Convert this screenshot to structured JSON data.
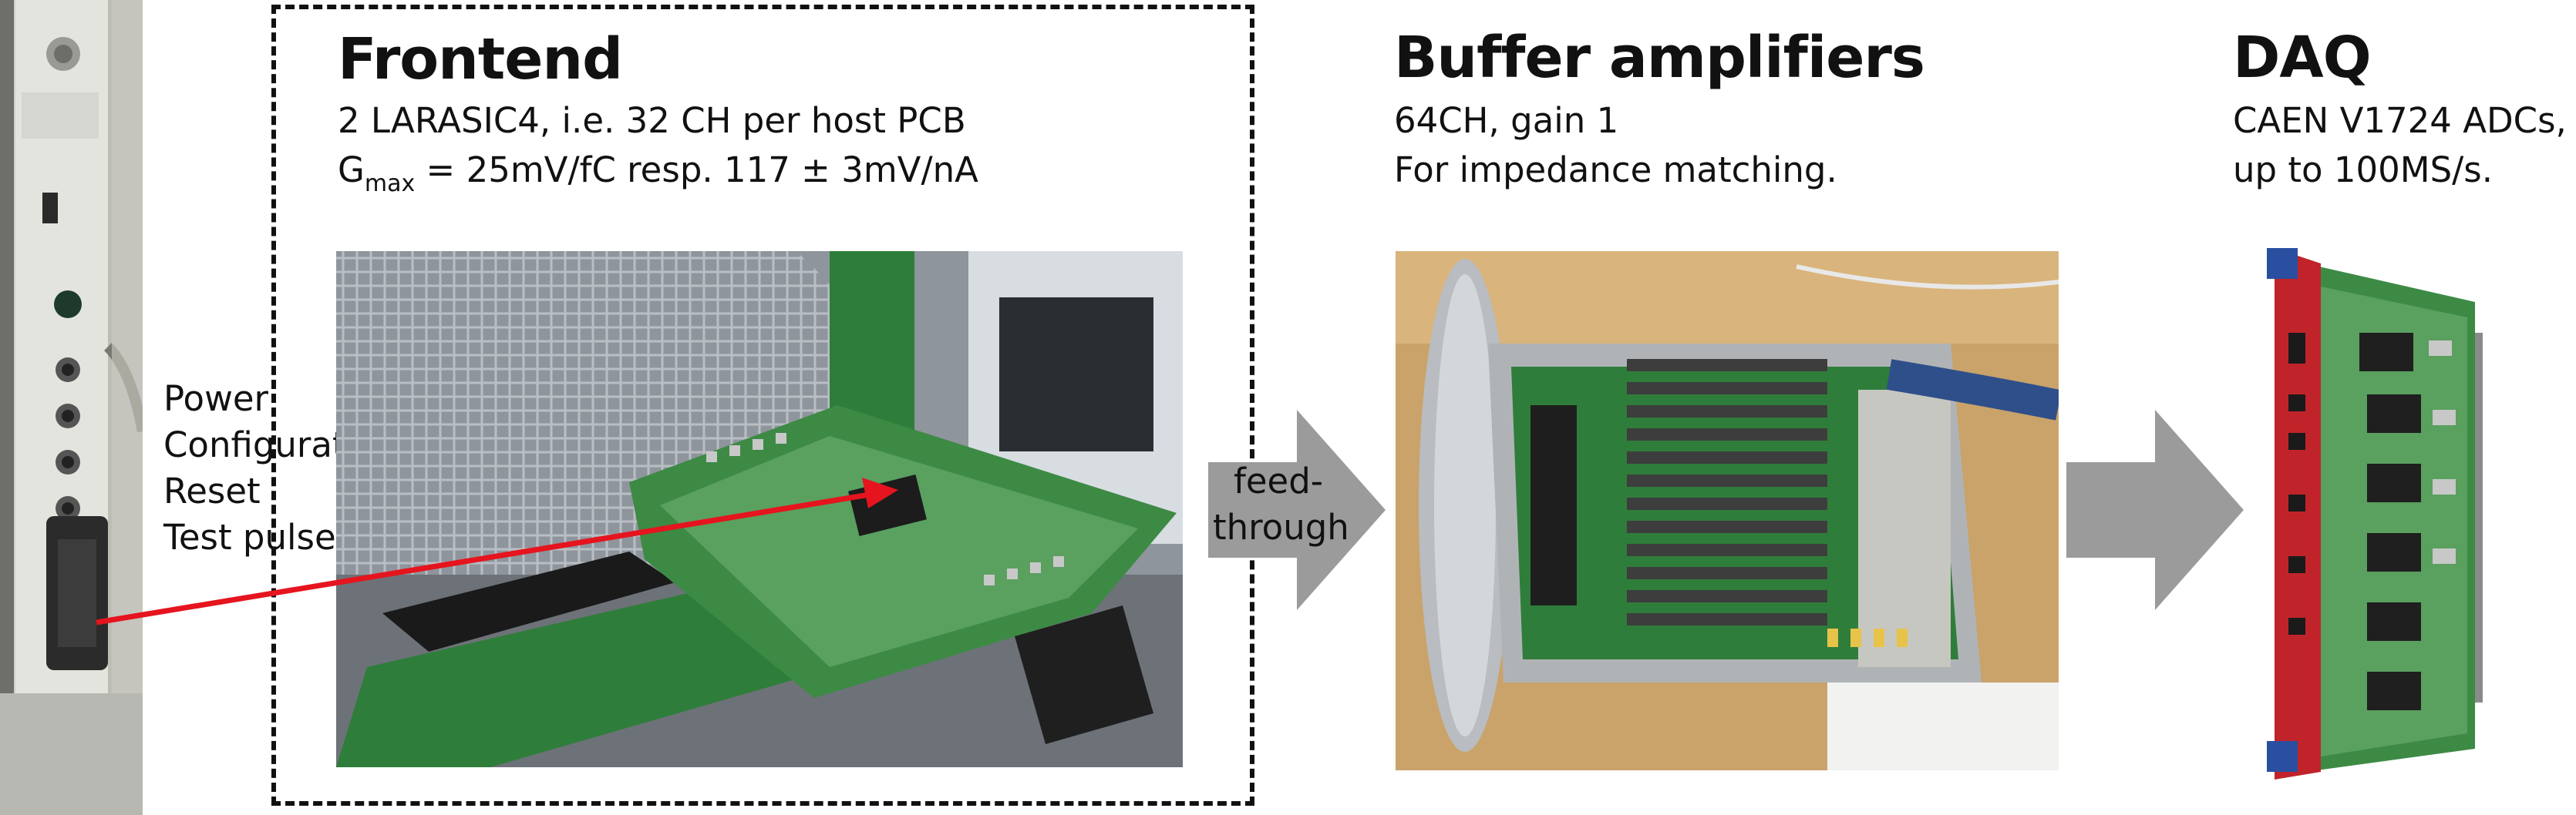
{
  "frontend": {
    "title": "Frontend",
    "line1": "2 LARASIC4, i.e. 32 CH per host PCB",
    "gain_prefix": "G",
    "gain_sub": "max",
    "gain_rest": " = 25mV/fC resp. 117 ± 3mV/nA"
  },
  "controller": {
    "labels": [
      "Power",
      "Configuration",
      "Reset",
      "Test pulse"
    ]
  },
  "feedthrough": {
    "line1": "feed-",
    "line2": "through"
  },
  "buffer": {
    "title": "Buffer amplifiers",
    "line1": "64CH, gain 1",
    "line2": "For impedance matching."
  },
  "daq": {
    "title": "DAQ",
    "line1": "CAEN V1724 ADCs,",
    "line2": "up to 100MS/s."
  },
  "colors": {
    "arrow_gray": "#9b9b9b",
    "signal_red": "#e5141e",
    "pcb_green": "#2f7d3a",
    "daq_red": "#c0242a"
  }
}
